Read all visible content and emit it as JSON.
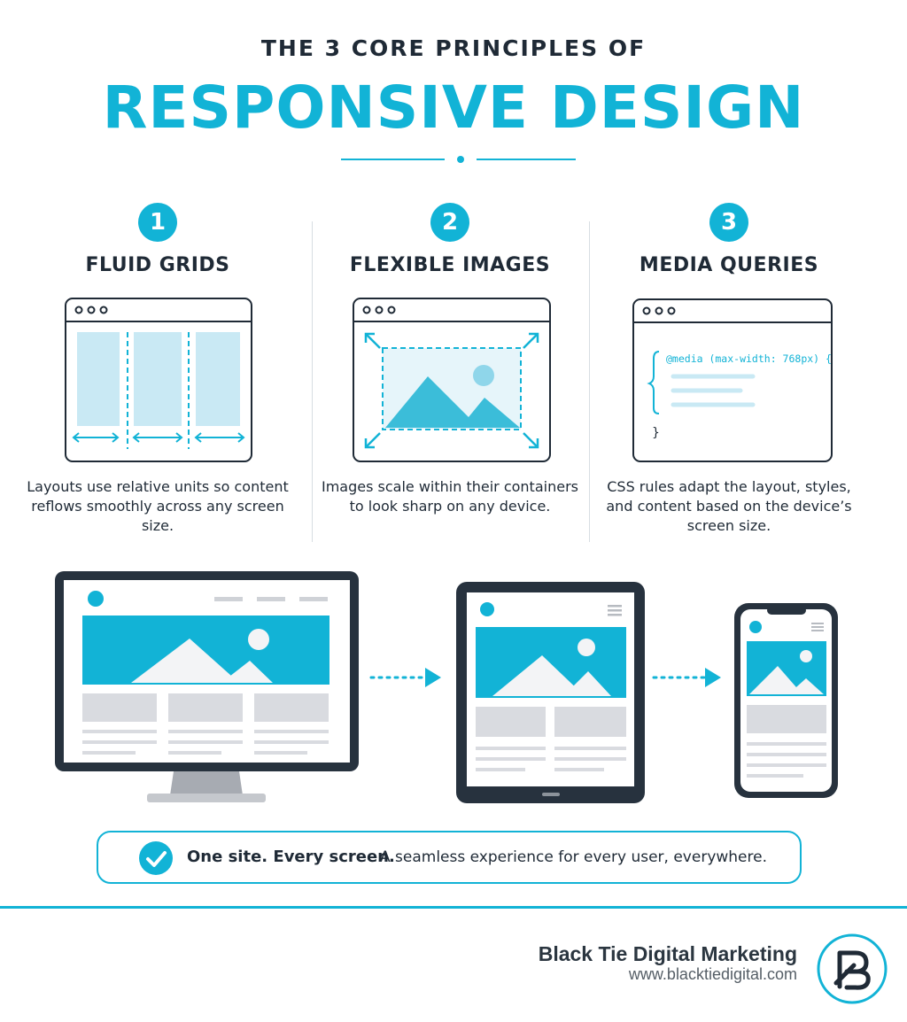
{
  "header": {
    "eyebrow": "THE 3 CORE PRINCIPLES OF",
    "headline": "RESPONSIVE DESIGN"
  },
  "principles": [
    {
      "number": "1",
      "title": "FLUID GRIDS",
      "description": "Layouts use relative units so content reflows smoothly across any screen size."
    },
    {
      "number": "2",
      "title": "FLEXIBLE IMAGES",
      "description": "Images scale within their containers to look sharp on any device."
    },
    {
      "number": "3",
      "title": "MEDIA QUERIES",
      "description": "CSS rules adapt the layout, styles, and content based on the device’s screen size.",
      "code_open": "@media (max-width: 768px) {",
      "code_close": "}"
    }
  ],
  "devices": [
    "desktop-monitor-icon",
    "tablet-icon",
    "phone-icon"
  ],
  "banner": {
    "strong": "One site. Every screen.",
    "rest": "A seamless experience for every user, everywhere."
  },
  "brand": {
    "name": "Black Tie Digital Marketing",
    "url": "www.blacktiedigital.com"
  },
  "colors": {
    "accent": "#12b3d6",
    "accent_light": "#c9e9f4",
    "dark": "#1f2a36",
    "gray": "#d6d8dd"
  }
}
